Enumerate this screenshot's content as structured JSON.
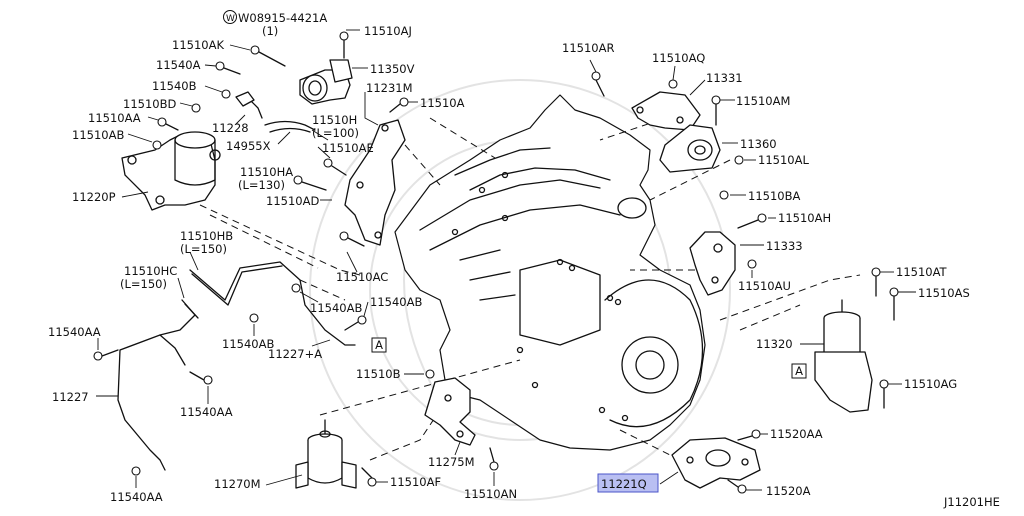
{
  "diagram": {
    "drawing_code": "J11201HE",
    "highlighted_part": "11221Q",
    "highlight_color": "#b9bff2",
    "section_marker": "A",
    "labels": [
      {
        "id": "l_w08915",
        "text": "W08915-4421A"
      },
      {
        "id": "l_w08915q",
        "text": "(1)"
      },
      {
        "id": "l_11510aj",
        "text": "11510AJ"
      },
      {
        "id": "l_11510ak",
        "text": "11510AK"
      },
      {
        "id": "l_11540a",
        "text": "11540A"
      },
      {
        "id": "l_11350v",
        "text": "11350V"
      },
      {
        "id": "l_11540b",
        "text": "11540B"
      },
      {
        "id": "l_11231m",
        "text": "11231M"
      },
      {
        "id": "l_11510bd",
        "text": "11510BD"
      },
      {
        "id": "l_11510a",
        "text": "11510A"
      },
      {
        "id": "l_11510aa_top",
        "text": "11510AA"
      },
      {
        "id": "l_11228",
        "text": "11228"
      },
      {
        "id": "l_11510h",
        "text": "11510H"
      },
      {
        "id": "l_11510h_len",
        "text": "(L=100)"
      },
      {
        "id": "l_11510ab",
        "text": "11510AB"
      },
      {
        "id": "l_14955x",
        "text": "14955X"
      },
      {
        "id": "l_11510ae",
        "text": "11510AE"
      },
      {
        "id": "l_11510ha",
        "text": "11510HA"
      },
      {
        "id": "l_11510ha_len",
        "text": "(L=130)"
      },
      {
        "id": "l_11220p",
        "text": "11220P"
      },
      {
        "id": "l_11510ad",
        "text": "11510AD"
      },
      {
        "id": "l_11510hb",
        "text": "11510HB"
      },
      {
        "id": "l_11510hb_len",
        "text": "(L=150)"
      },
      {
        "id": "l_11510hc",
        "text": "11510HC"
      },
      {
        "id": "l_11510hc_len",
        "text": "(L=150)"
      },
      {
        "id": "l_11510ac",
        "text": "11510AC"
      },
      {
        "id": "l_11540ab_1",
        "text": "11540AB"
      },
      {
        "id": "l_11540ab_2",
        "text": "11540AB"
      },
      {
        "id": "l_11540ab_3",
        "text": "11540AB"
      },
      {
        "id": "l_11540aa_1",
        "text": "11540AA"
      },
      {
        "id": "l_11227a",
        "text": "11227+A"
      },
      {
        "id": "l_11227",
        "text": "11227"
      },
      {
        "id": "l_11540aa_2",
        "text": "11540AA"
      },
      {
        "id": "l_11540aa_3",
        "text": "11540AA"
      },
      {
        "id": "l_11510b",
        "text": "11510B"
      },
      {
        "id": "l_11270m",
        "text": "11270M"
      },
      {
        "id": "l_11510af",
        "text": "11510AF"
      },
      {
        "id": "l_11275m",
        "text": "11275M"
      },
      {
        "id": "l_11510an",
        "text": "11510AN"
      },
      {
        "id": "l_11510ar",
        "text": "11510AR"
      },
      {
        "id": "l_11510aq",
        "text": "11510AQ"
      },
      {
        "id": "l_11331",
        "text": "11331"
      },
      {
        "id": "l_11510am",
        "text": "11510AM"
      },
      {
        "id": "l_11360",
        "text": "11360"
      },
      {
        "id": "l_11510al",
        "text": "11510AL"
      },
      {
        "id": "l_11510ba",
        "text": "11510BA"
      },
      {
        "id": "l_11510ah",
        "text": "11510AH"
      },
      {
        "id": "l_11333",
        "text": "11333"
      },
      {
        "id": "l_11510au",
        "text": "11510AU"
      },
      {
        "id": "l_11510at",
        "text": "11510AT"
      },
      {
        "id": "l_11510as",
        "text": "11510AS"
      },
      {
        "id": "l_11320",
        "text": "11320"
      },
      {
        "id": "l_11510ag",
        "text": "11510AG"
      },
      {
        "id": "l_11520aa",
        "text": "11520AA"
      },
      {
        "id": "l_11221q",
        "text": "11221Q"
      },
      {
        "id": "l_11520a",
        "text": "11520A"
      },
      {
        "id": "l_marker_a1",
        "text": "A"
      },
      {
        "id": "l_marker_a2",
        "text": "A"
      },
      {
        "id": "l_code",
        "text": "J11201HE"
      }
    ]
  }
}
